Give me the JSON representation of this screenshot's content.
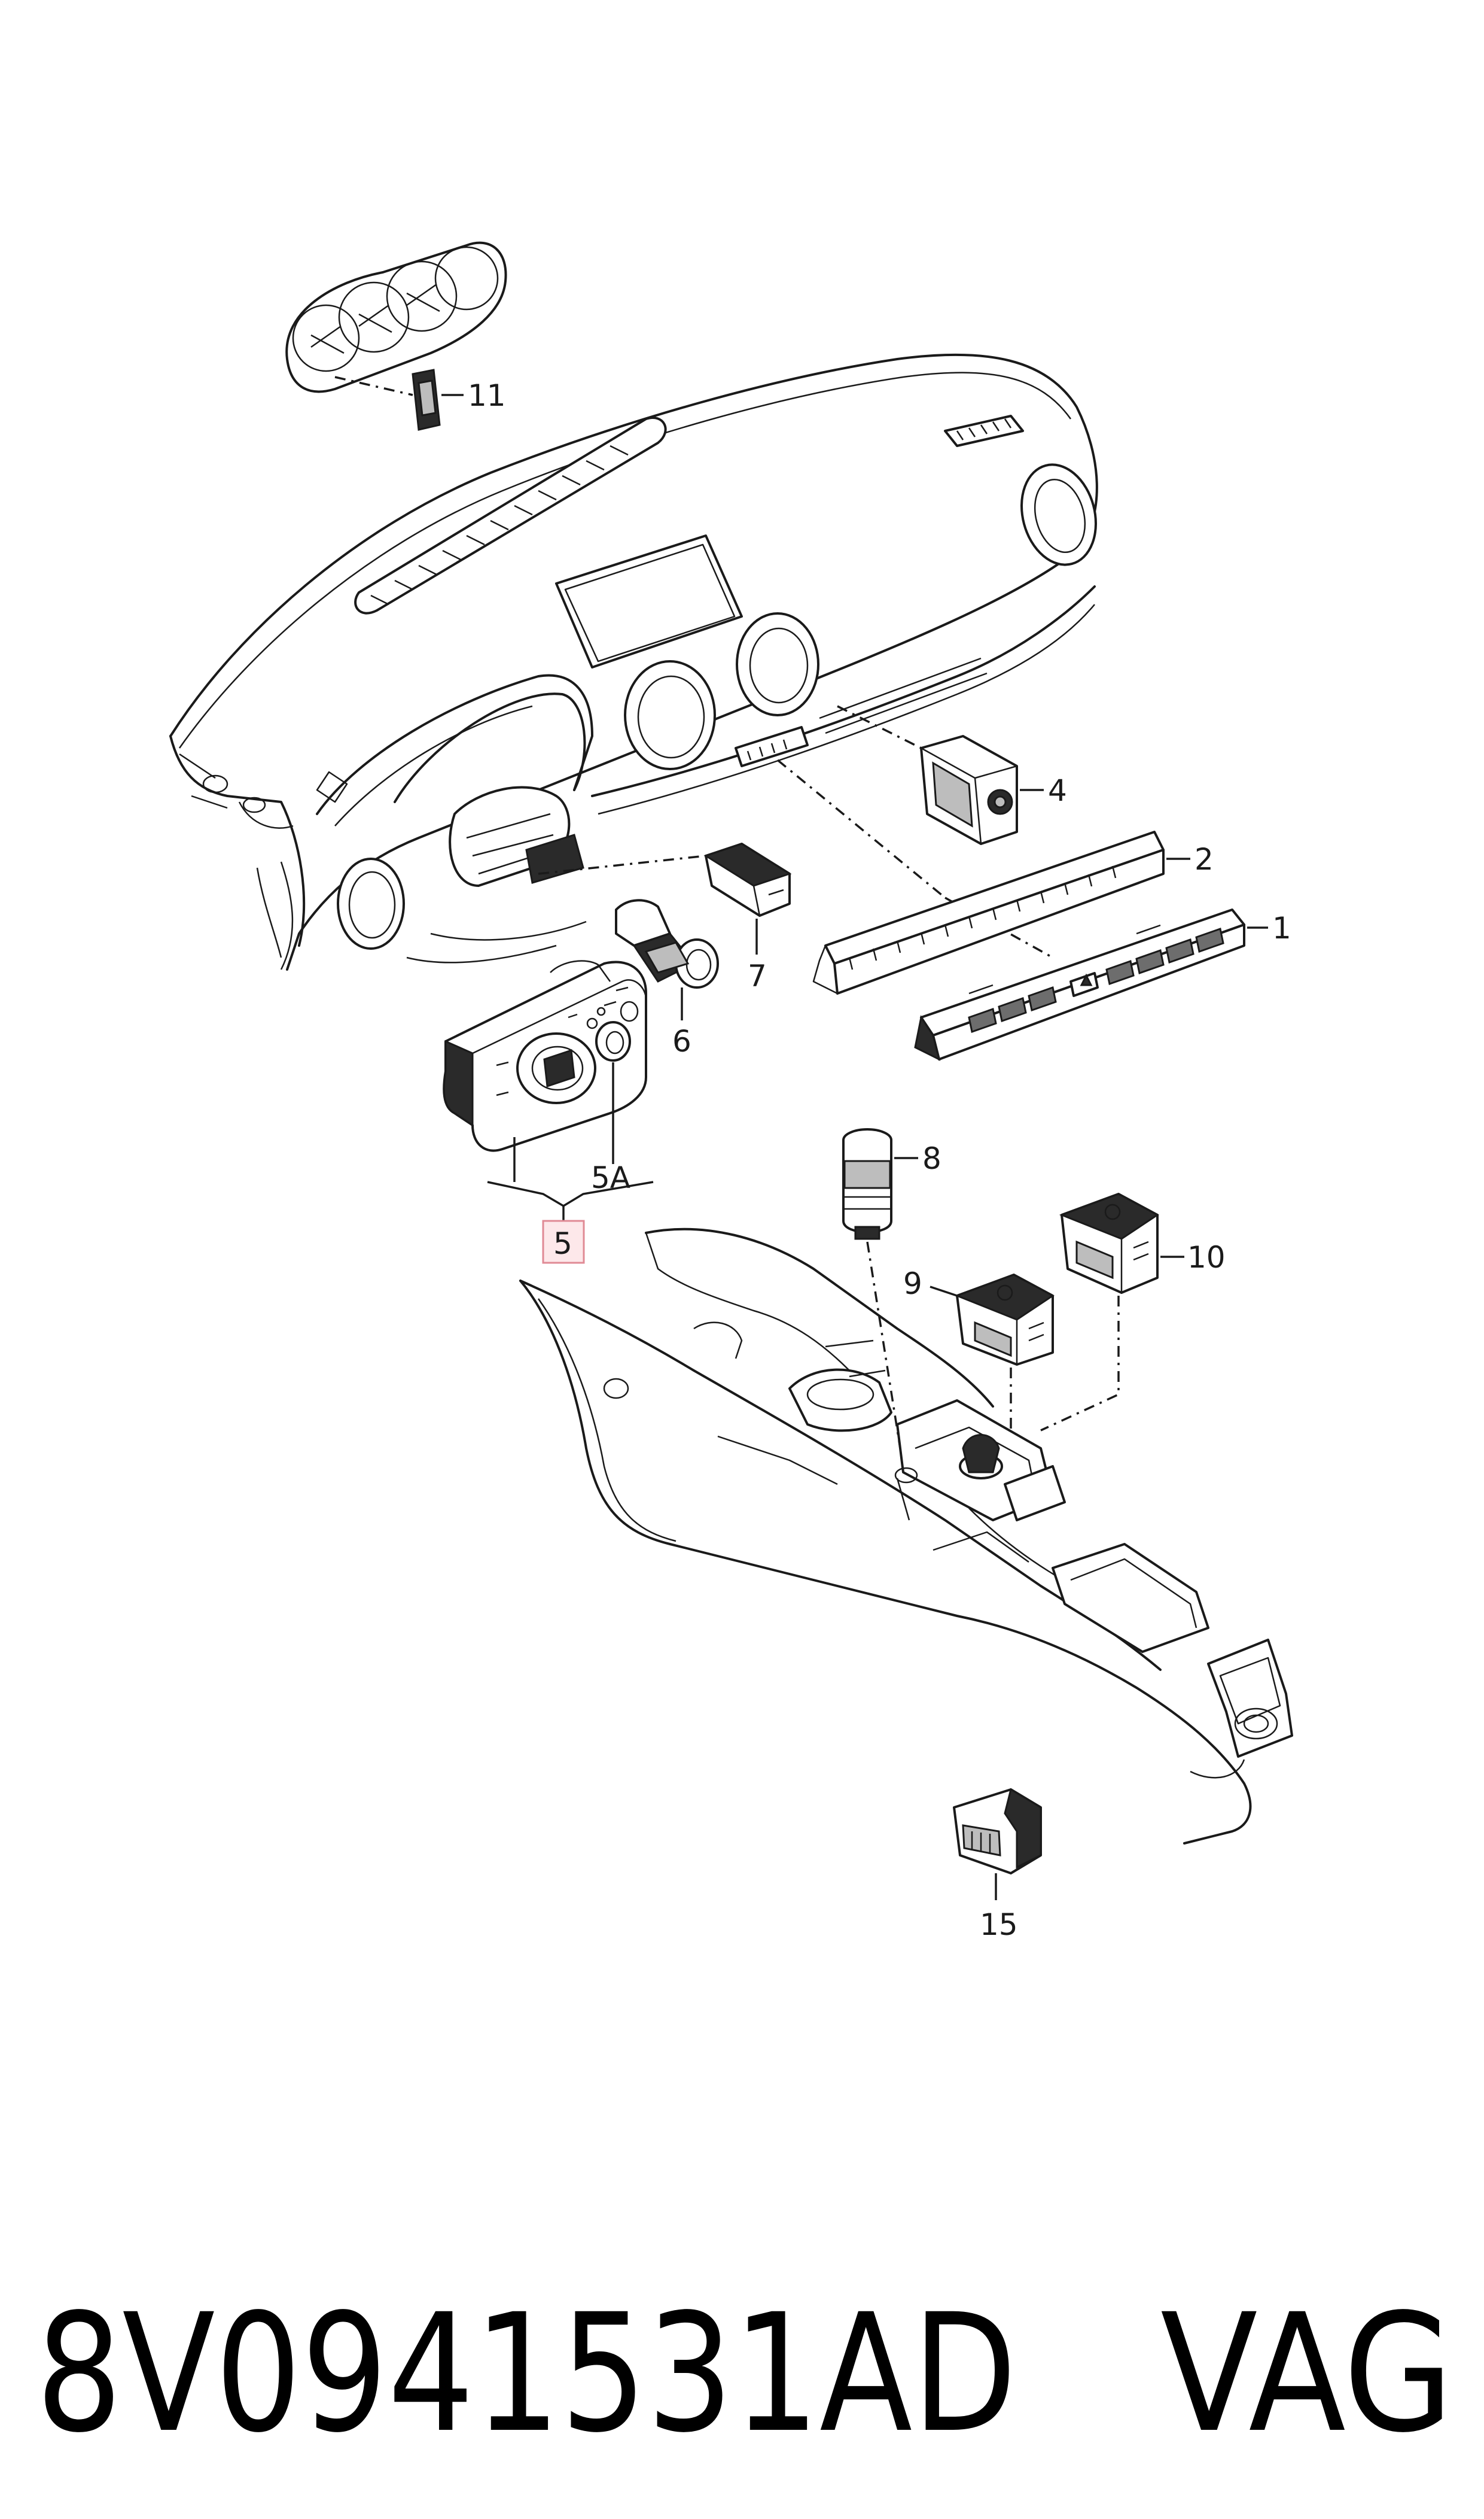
{
  "callouts": {
    "c1": "1",
    "c2": "2",
    "c4": "4",
    "c5": "5",
    "c5a": "5A",
    "c6": "6",
    "c7": "7",
    "c8": "8",
    "c9": "9",
    "c10": "10",
    "c11": "11",
    "c15": "15"
  },
  "highlight_color": "#e08a95",
  "footer": {
    "part_number": "8V0941531AD",
    "brand": "VAG"
  }
}
